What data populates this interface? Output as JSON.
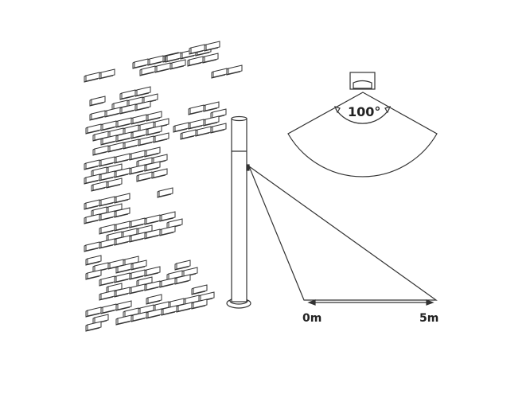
{
  "diagram": {
    "angle_label": "100°",
    "distance_start_label": "0m",
    "distance_end_label": "5m",
    "line_color": "#333333"
  }
}
